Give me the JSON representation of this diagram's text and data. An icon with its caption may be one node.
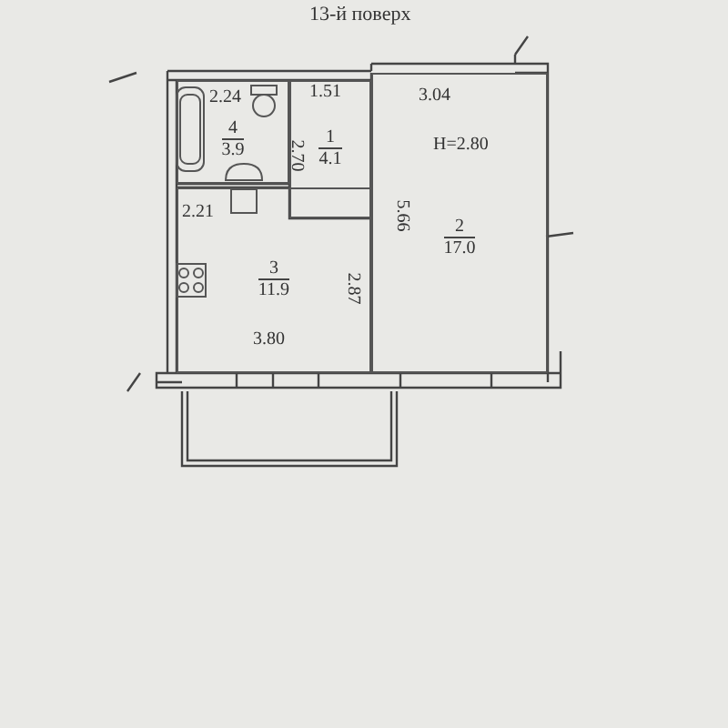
{
  "diagram": {
    "title": "13-й поверх",
    "nodes": [
      {
        "text": [
          "4",
          "3.9"
        ]
      },
      {
        "text": [
          "1",
          "4.1"
        ]
      },
      {
        "text": [
          "2",
          "17.0"
        ]
      },
      {
        "text": [
          "3",
          "11.9"
        ]
      }
    ],
    "edges": [],
    "labels": [
      "2.24",
      "1.51",
      "3.04",
      "H=2.80",
      "2.70",
      "2.21",
      "5.66",
      "2.87",
      "3.80"
    ]
  }
}
